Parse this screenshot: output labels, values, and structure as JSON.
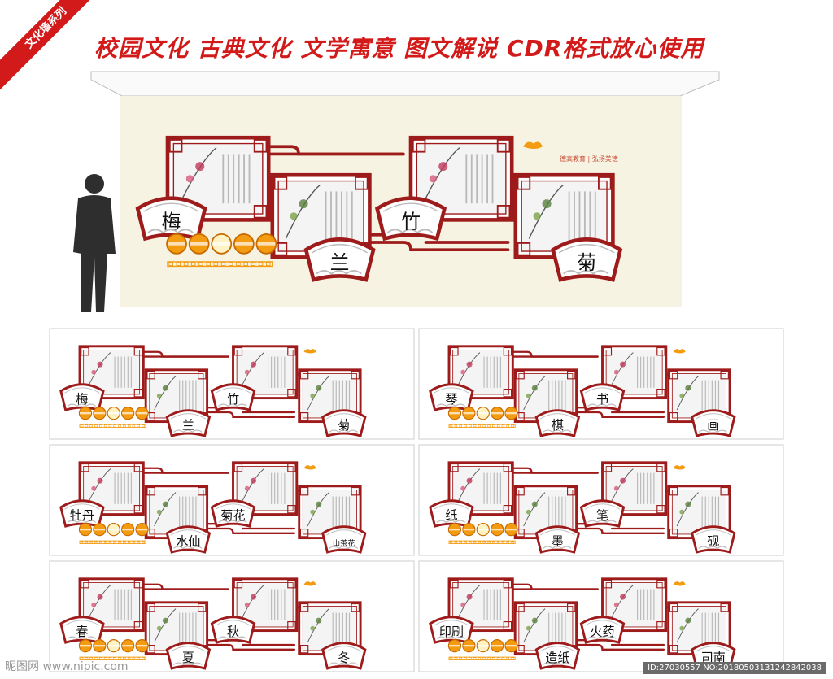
{
  "corner_ribbon": "文化墙系列",
  "headline": "校园文化   古典文化  文学寓意  图文解说  CDR格式放心使用",
  "top_panel": {
    "labels": [
      "梅",
      "兰",
      "竹",
      "菊"
    ],
    "badge": "德高教育 | 弘扬美德"
  },
  "panels": [
    {
      "labels": [
        "梅",
        "兰",
        "竹",
        "菊"
      ]
    },
    {
      "labels": [
        "琴",
        "棋",
        "书",
        "画"
      ]
    },
    {
      "labels": [
        "牡丹",
        "水仙",
        "菊花",
        "山茶花"
      ]
    },
    {
      "labels": [
        "纸",
        "墨",
        "笔",
        "砚"
      ]
    },
    {
      "labels": [
        "春",
        "夏",
        "秋",
        "冬"
      ]
    },
    {
      "labels": [
        "印刷",
        "造纸",
        "火药",
        "司南"
      ]
    }
  ],
  "footer": {
    "watermark": "昵图网 www.nipic.com",
    "id_text": "ID:27030557 NO:20180503131242842038"
  },
  "colors": {
    "accent": "#d21a1a",
    "frame": "#9e1b1b",
    "wall": "#f7f3e2",
    "orange": "#f39c12"
  }
}
